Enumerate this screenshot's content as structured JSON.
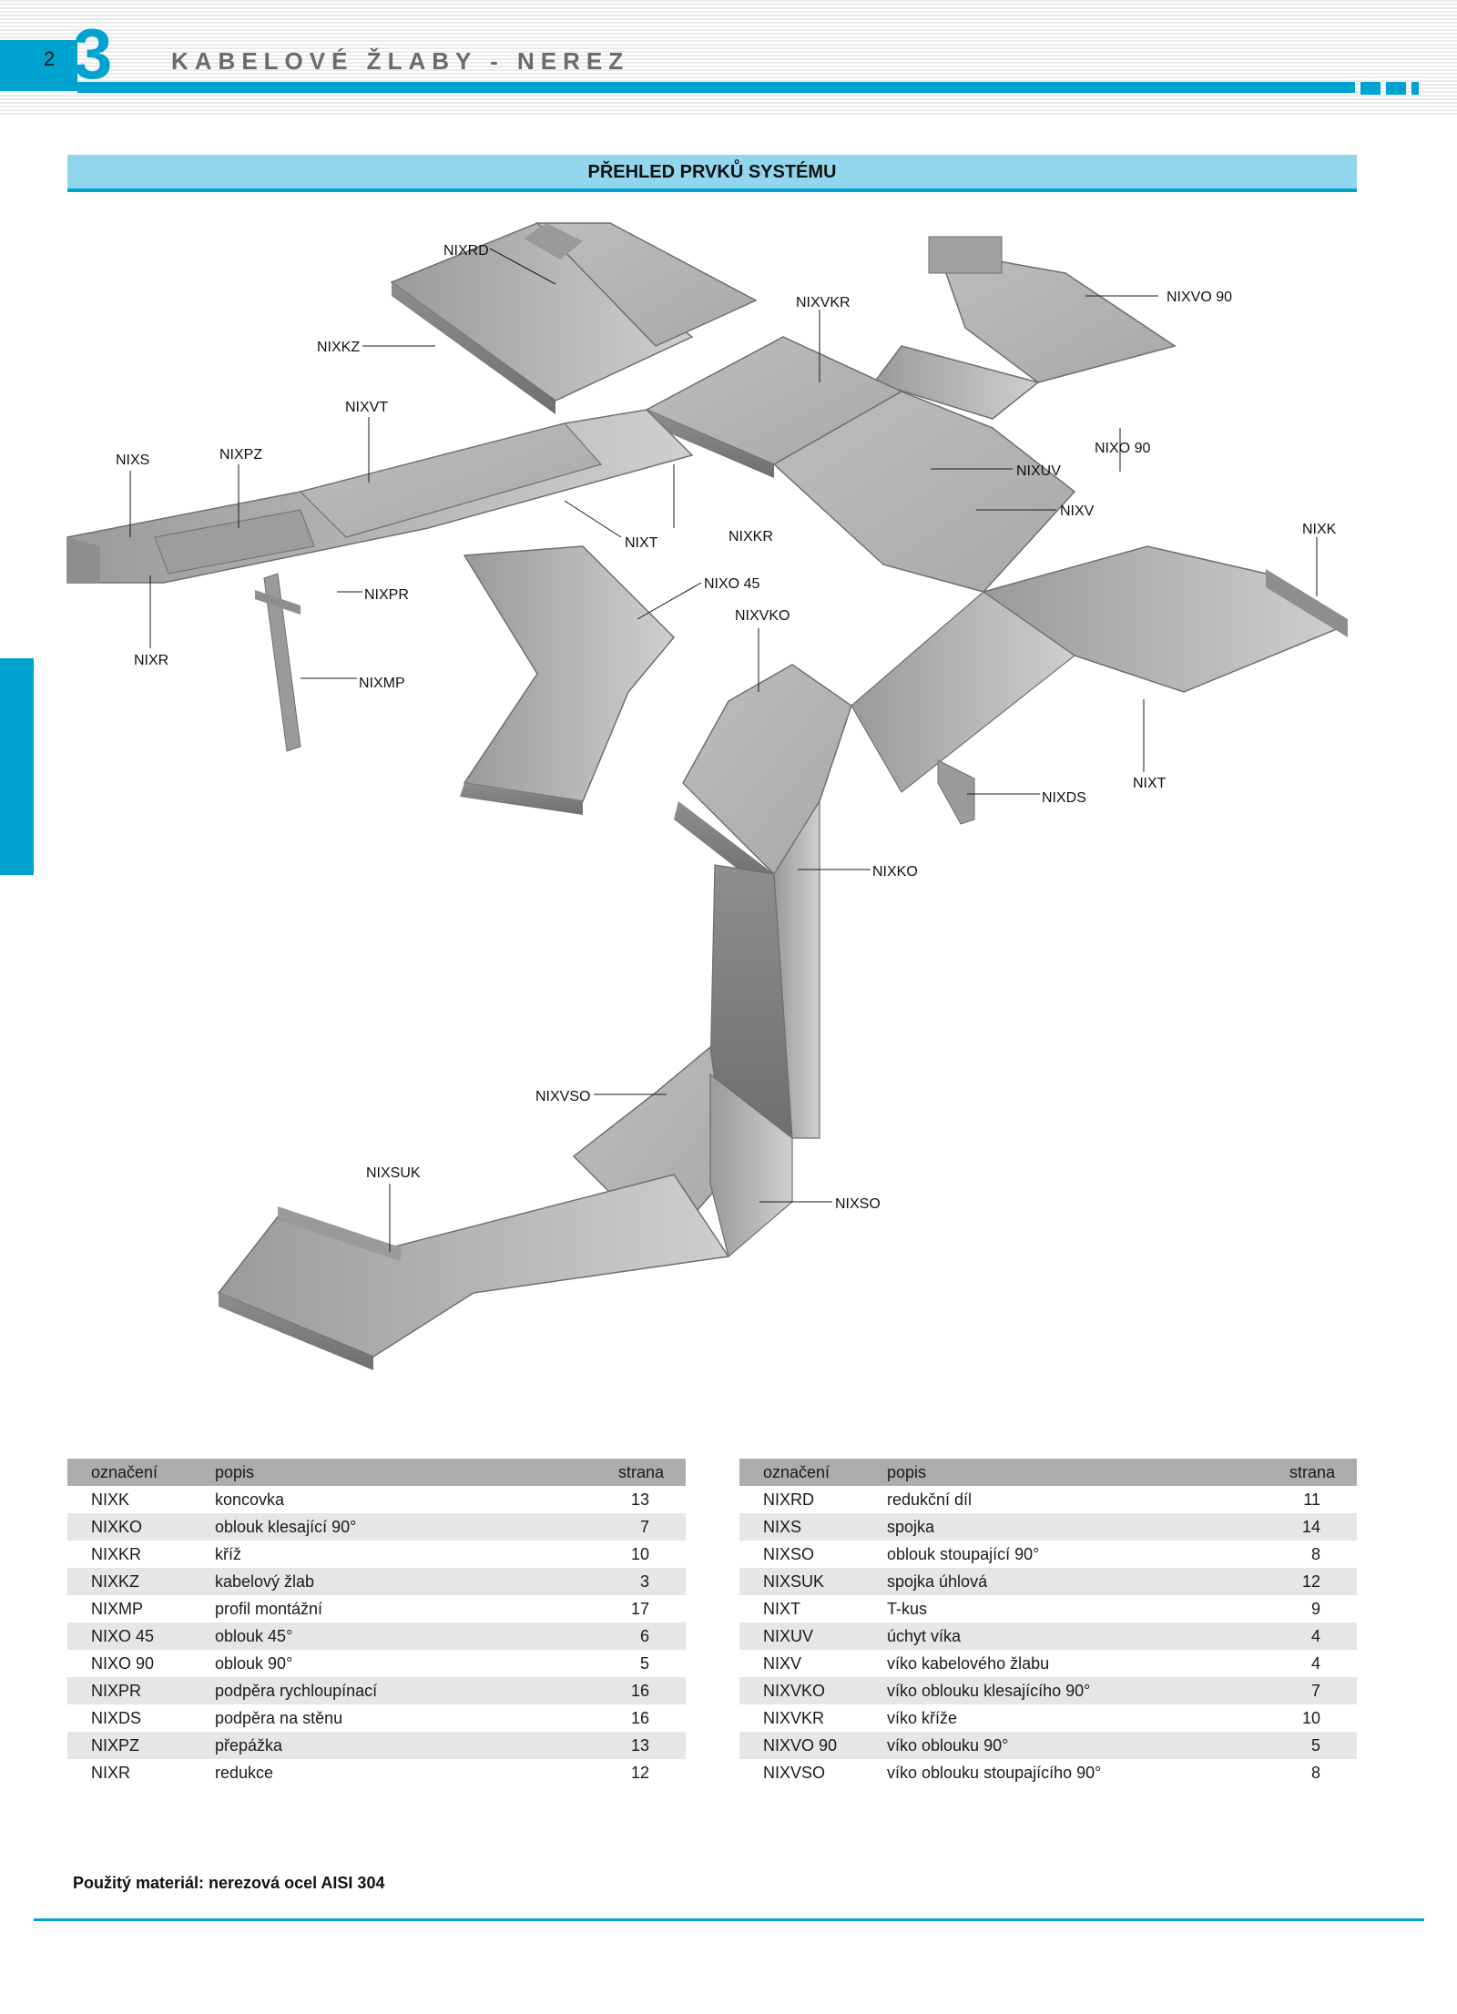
{
  "header": {
    "page_number": "2",
    "chapter_number": "3",
    "title": "KABELOVÉ ŽLABY - NEREZ"
  },
  "section": {
    "title": "PŘEHLED PRVKŮ SYSTÉMU"
  },
  "diagram": {
    "labels": {
      "nixrd": "NIXRD",
      "nixvkr": "NIXVKR",
      "nixvo90": "NIXVO 90",
      "nixkz": "NIXKZ",
      "nixvt": "NIXVT",
      "nixs": "NIXS",
      "nixpz": "NIXPZ",
      "nixo90": "NIXO 90",
      "nixuv": "NIXUV",
      "nixv": "NIXV",
      "nixk": "NIXK",
      "nixt": "NIXT",
      "nixkr": "NIXKR",
      "nixpr": "NIXPR",
      "nixo45": "NIXO 45",
      "nixvko": "NIXVKO",
      "nixr": "NIXR",
      "nixmp": "NIXMP",
      "nixds": "NIXDS",
      "nixt2": "NIXT",
      "nixko": "NIXKO",
      "nixvso": "NIXVSO",
      "nixsuk": "NIXSUK",
      "nixso": "NIXSO"
    }
  },
  "table_left": {
    "headers": [
      "označení",
      "popis",
      "strana"
    ],
    "rows": [
      [
        "NIXK",
        "koncovka",
        "13"
      ],
      [
        "NIXKO",
        "oblouk klesající 90°",
        "7"
      ],
      [
        "NIXKR",
        "kříž",
        "10"
      ],
      [
        "NIXKZ",
        "kabelový žlab",
        "3"
      ],
      [
        "NIXMP",
        "profil montážní",
        "17"
      ],
      [
        "NIXO 45",
        "oblouk 45°",
        "6"
      ],
      [
        "NIXO 90",
        "oblouk 90°",
        "5"
      ],
      [
        "NIXPR",
        "podpěra rychloupínací",
        "16"
      ],
      [
        "NIXDS",
        "podpěra na stěnu",
        "16"
      ],
      [
        "NIXPZ",
        "přepážka",
        "13"
      ],
      [
        "NIXR",
        "redukce",
        "12"
      ]
    ]
  },
  "table_right": {
    "headers": [
      "označení",
      "popis",
      "strana"
    ],
    "rows": [
      [
        "NIXRD",
        "redukční díl",
        "11"
      ],
      [
        "NIXS",
        "spojka",
        "14"
      ],
      [
        "NIXSO",
        "oblouk stoupající 90°",
        "8"
      ],
      [
        "NIXSUK",
        "spojka úhlová",
        "12"
      ],
      [
        "NIXT",
        "T-kus",
        "9"
      ],
      [
        "NIXUV",
        "úchyt víka",
        "4"
      ],
      [
        "NIXV",
        "víko kabelového žlabu",
        "4"
      ],
      [
        "NIXVKO",
        "víko oblouku klesajícího 90°",
        "7"
      ],
      [
        "NIXVKR",
        "víko kříže",
        "10"
      ],
      [
        "NIXVO 90",
        "víko oblouku 90°",
        "5"
      ],
      [
        "NIXVSO",
        "víko oblouku stoupajícího 90°",
        "8"
      ]
    ]
  },
  "footer": {
    "note": "Použitý materiál: nerezová ocel AISI 304"
  }
}
